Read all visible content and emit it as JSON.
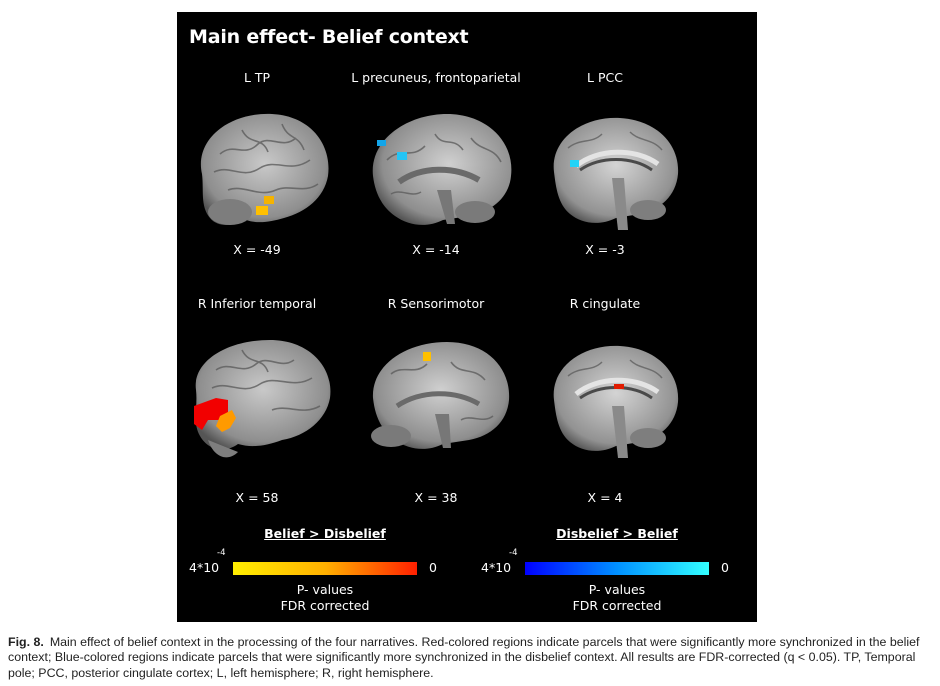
{
  "figure": {
    "title": "Main effect- Belief context",
    "panels": [
      {
        "region": "L TP",
        "coord": "X = -49",
        "view": "lateral-left",
        "blobs": [
          {
            "color": "#f5b300"
          },
          {
            "color": "#ffc000"
          }
        ]
      },
      {
        "region": "L precuneus, frontoparietal",
        "coord": "X = -14",
        "view": "medial-left",
        "blobs": [
          {
            "color": "#12a5ea"
          },
          {
            "color": "#25c4f5"
          }
        ]
      },
      {
        "region": "L PCC",
        "coord": "X = -3",
        "view": "medial-midline",
        "blobs": [
          {
            "color": "#22d3f7"
          }
        ]
      },
      {
        "region": "R Inferior temporal",
        "coord": "X = 58",
        "view": "lateral-right",
        "blobs": [
          {
            "color": "#f20000"
          },
          {
            "color": "#ff9a00"
          }
        ]
      },
      {
        "region": "R Sensorimotor",
        "coord": "X = 38",
        "view": "medial-right",
        "blobs": [
          {
            "color": "#ffc000"
          }
        ]
      },
      {
        "region": "R cingulate",
        "coord": "X = 4",
        "view": "medial-midline",
        "blobs": [
          {
            "color": "#e11b00"
          }
        ]
      }
    ],
    "scales": [
      {
        "title": "Belief > Disbelief",
        "min_label": "4*10",
        "exponent": "-4",
        "max_label": "0",
        "pvalue_label": "P- values",
        "fdr_label": "FDR corrected",
        "gradient": [
          "#ffee00",
          "#ffb000",
          "#ff2000"
        ]
      },
      {
        "title": "Disbelief > Belief",
        "min_label": "4*10",
        "exponent": "-4",
        "max_label": "0",
        "pvalue_label": "P- values",
        "fdr_label": "FDR corrected",
        "gradient": [
          "#0000ff",
          "#0090ff",
          "#33ffff"
        ]
      }
    ]
  },
  "caption": {
    "label": "Fig. 8.",
    "text": "Main effect of belief context in the processing of the four narratives. Red-colored regions indicate parcels that were significantly more synchronized in the belief context; Blue-colored regions indicate parcels that were significantly more synchronized in the disbelief context. All results are FDR-corrected (q < 0.05). TP, Temporal pole; PCC, posterior cingulate cortex; L, left hemisphere; R, right hemisphere."
  }
}
